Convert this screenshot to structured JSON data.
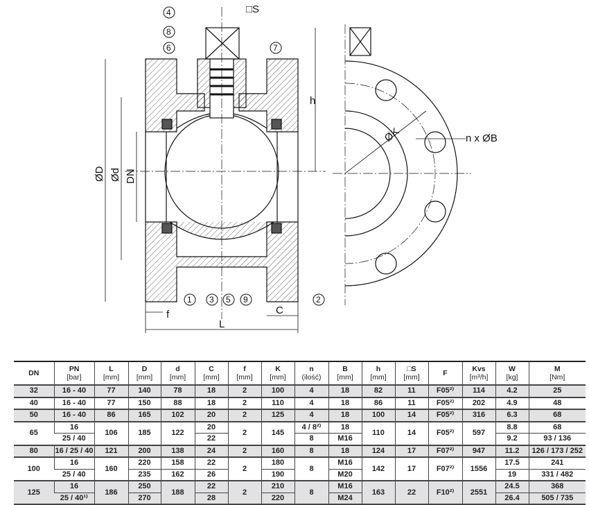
{
  "drawing": {
    "callouts": [
      "1",
      "2",
      "3",
      "4",
      "5",
      "6",
      "7",
      "8",
      "9"
    ],
    "dimensions": {
      "S": "□S",
      "h": "h",
      "D": "ØD",
      "d": "Ød",
      "DN": "DN",
      "f": "f",
      "L": "L",
      "C": "C",
      "K": "ØK",
      "nB": "n x ØB"
    }
  },
  "table": {
    "headers": [
      {
        "label": "DN",
        "unit": ""
      },
      {
        "label": "PN",
        "unit": "[bar]"
      },
      {
        "label": "L",
        "unit": "[mm]"
      },
      {
        "label": "D",
        "unit": "[mm]"
      },
      {
        "label": "d",
        "unit": "[mm]"
      },
      {
        "label": "C",
        "unit": "[mm]"
      },
      {
        "label": "f",
        "unit": "[mm]"
      },
      {
        "label": "K",
        "unit": "[mm]"
      },
      {
        "label": "n",
        "unit": "(ilość)"
      },
      {
        "label": "B",
        "unit": "[mm]"
      },
      {
        "label": "h",
        "unit": "[mm]"
      },
      {
        "label": "□S",
        "unit": "[mm]"
      },
      {
        "label": "F",
        "unit": ""
      },
      {
        "label": "Kvs",
        "unit": "[m³/h]"
      },
      {
        "label": "W",
        "unit": "[kg]"
      },
      {
        "label": "M",
        "unit": "[Nm]"
      }
    ],
    "groups": [
      {
        "shade": "gray",
        "rows": [
          [
            "32",
            "16 - 40",
            "77",
            "140",
            "78",
            "18",
            "2",
            "100",
            "4",
            "18",
            "82",
            "11",
            "F05²⁾",
            "114",
            "4.2",
            "25"
          ]
        ]
      },
      {
        "shade": "white",
        "rows": [
          [
            "40",
            "16 - 40",
            "77",
            "150",
            "88",
            "18",
            "2",
            "110",
            "4",
            "18",
            "86",
            "11",
            "F05²⁾",
            "202",
            "4.9",
            "48"
          ]
        ]
      },
      {
        "shade": "gray",
        "rows": [
          [
            "50",
            "16 - 40",
            "86",
            "165",
            "102",
            "20",
            "2",
            "125",
            "4",
            "18",
            "100",
            "14",
            "F05²⁾",
            "316",
            "6.3",
            "68"
          ]
        ]
      },
      {
        "shade": "white",
        "rows": [
          [
            "65",
            "16",
            "106",
            "185",
            "122",
            "20",
            "2",
            "145",
            "4 / 8²⁾",
            "18",
            "110",
            "14",
            "F05²⁾",
            "597",
            "8.8",
            "68"
          ],
          [
            null,
            "25 / 40",
            null,
            null,
            null,
            "22",
            null,
            null,
            "8",
            "M16",
            null,
            null,
            null,
            null,
            "9.2",
            "93 / 136"
          ]
        ]
      },
      {
        "shade": "gray",
        "rows": [
          [
            "80",
            "16 / 25 / 40",
            "121",
            "200",
            "138",
            "24",
            "2",
            "160",
            "8",
            "18",
            "124",
            "17",
            "F07²⁾",
            "947",
            "11.2",
            "126 / 173 / 252"
          ]
        ]
      },
      {
        "shade": "white",
        "rows": [
          [
            "100",
            "16",
            "160",
            "220",
            "158",
            "22",
            "2",
            "180",
            "8",
            "M16",
            "142",
            "17",
            "F07²⁾",
            "1556",
            "17.5",
            "241"
          ],
          [
            null,
            "25 / 40",
            null,
            "235",
            "162",
            "26",
            null,
            "190",
            null,
            "M20",
            null,
            null,
            null,
            null,
            "19",
            "331 / 482"
          ]
        ]
      },
      {
        "shade": "gray",
        "rows": [
          [
            "125",
            "16",
            "186",
            "250",
            "188",
            "22",
            "2",
            "210",
            "8",
            "M16",
            "163",
            "22",
            "F10²⁾",
            "2551",
            "24.5",
            "368"
          ],
          [
            null,
            "25 / 40¹⁾",
            null,
            "270",
            null,
            "28",
            null,
            "220",
            null,
            "M24",
            null,
            null,
            null,
            null,
            "26.4",
            "505 / 735"
          ]
        ]
      }
    ]
  }
}
